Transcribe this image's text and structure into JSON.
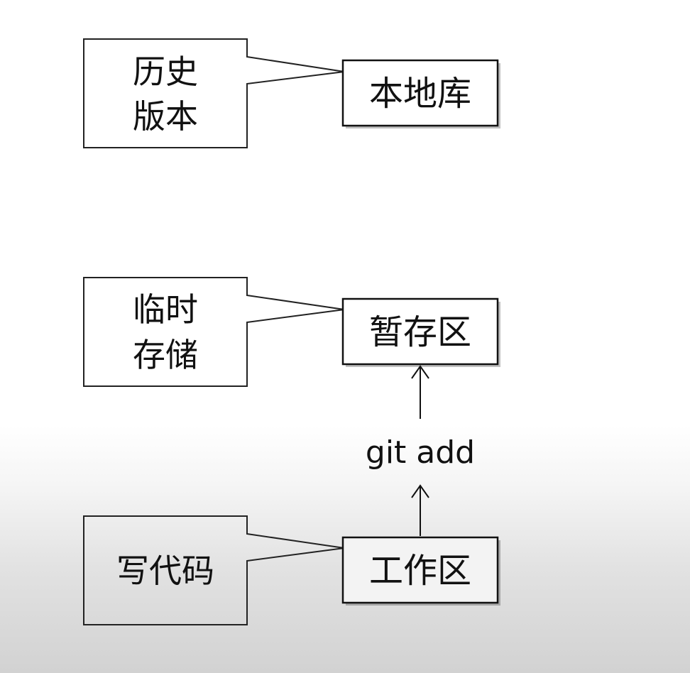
{
  "repo": {
    "label": "本地库",
    "callout": {
      "line1": "历史",
      "line2": "版本"
    }
  },
  "staging": {
    "label": "暂存区",
    "callout": {
      "line1": "临时",
      "line2": "存储"
    }
  },
  "workspace": {
    "label": "工作区",
    "callout": {
      "line1": "写代码"
    }
  },
  "command": {
    "label": "git add"
  }
}
